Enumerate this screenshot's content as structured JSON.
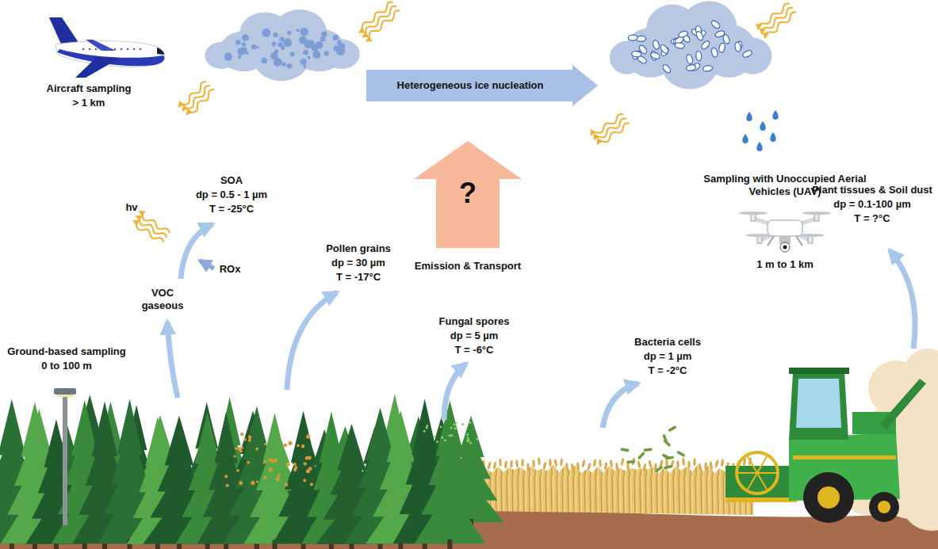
{
  "diagram": {
    "nodes": [
      {
        "text": [
          "Heterogeneous ice nucleation"
        ]
      },
      {
        "text": [
          "?"
        ]
      }
    ],
    "labels": [
      "Aircraft sampling",
      "> 1 km",
      "hv",
      "SOA",
      "dp = 0.5 - 1 µm",
      "T = -25°C",
      "Sampling with Unoccupied Aerial Vehicles (UAV)",
      "Plant tissues & Soil dust",
      "dp = 0.1-100 µm",
      "T = ?°C",
      "Pollen grains",
      "dp = 30 µm",
      "T = -17°C",
      "Emission & Transport",
      "1 m to 1 km",
      "ROx",
      "VOC gaseous",
      "Fungal spores",
      "dp = 5 µm",
      "T = -6°C",
      "Bacteria cells",
      "dp = 1 µm",
      "T = -2°C",
      "Ground-based sampling",
      "0 to 100 m"
    ]
  }
}
